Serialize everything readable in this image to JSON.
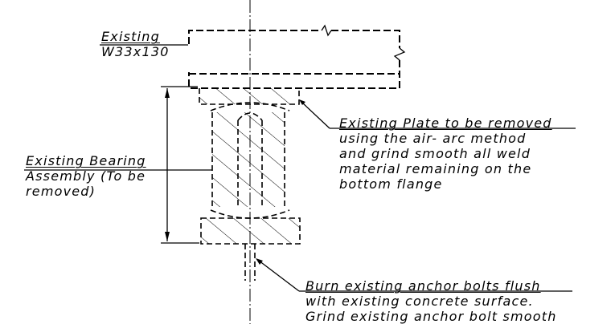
{
  "notes": {
    "beam": [
      "Existing",
      "W33x130"
    ],
    "bearing": [
      "Existing Bearing",
      "Assembly (To be",
      "removed)"
    ],
    "plate": [
      "Existing Plate to be removed",
      "using the air- arc method",
      "and grind smooth all weld",
      "material remaining on the",
      "bottom flange"
    ],
    "bolts": [
      "Burn existing anchor bolts flush",
      "with existing concrete surface.",
      "Grind existing  anchor bolt smooth"
    ]
  }
}
